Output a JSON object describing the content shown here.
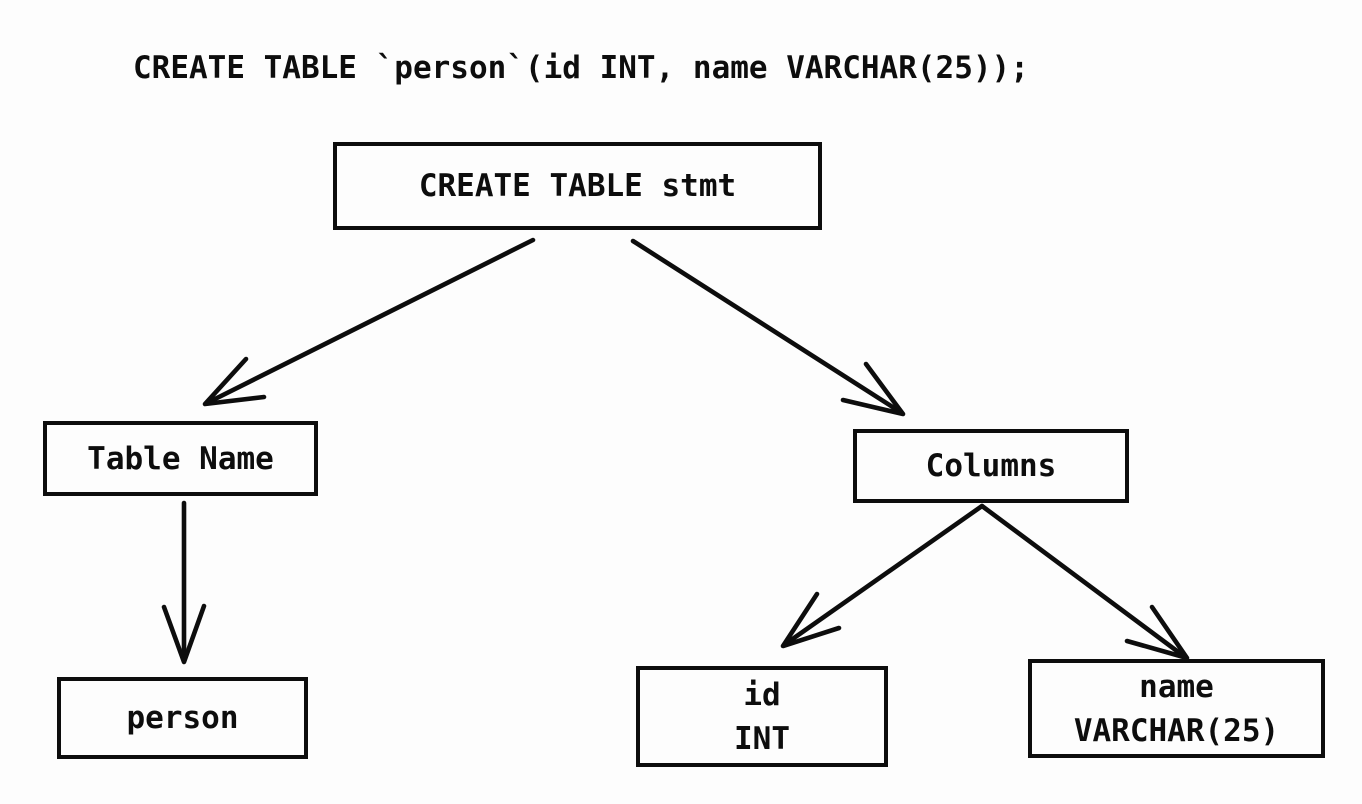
{
  "diagram": {
    "kind": "sql-parse-tree",
    "statement": "CREATE TABLE `person`(id INT, name VARCHAR(25));",
    "colors": {
      "ink": "#0d0d0d",
      "background": "#fdfdfd"
    },
    "nodes": {
      "root": {
        "label": "CREATE TABLE stmt"
      },
      "table_name": {
        "label": "Table Name"
      },
      "columns": {
        "label": "Columns"
      },
      "person": {
        "label": "person"
      },
      "col_id": {
        "line1": "id",
        "line2": "INT"
      },
      "col_name": {
        "line1": "name",
        "line2": "VARCHAR(25)"
      }
    },
    "edges": [
      {
        "from": "CREATE TABLE stmt",
        "to": "Table Name"
      },
      {
        "from": "CREATE TABLE stmt",
        "to": "Columns"
      },
      {
        "from": "Table Name",
        "to": "person"
      },
      {
        "from": "Columns",
        "to": "id INT"
      },
      {
        "from": "Columns",
        "to": "name VARCHAR(25)"
      }
    ]
  }
}
